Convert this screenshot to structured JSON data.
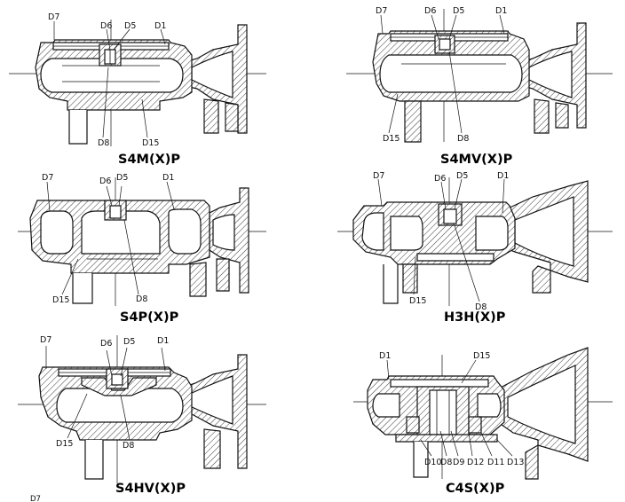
{
  "panels": {
    "s4m": {
      "title": "S4M(X)P",
      "d7": "D7",
      "d6": "D6",
      "d5": "D5",
      "d1": "D1",
      "d8": "D8",
      "d15": "D15"
    },
    "s4mv": {
      "title": "S4MV(X)P",
      "d7": "D7",
      "d6": "D6",
      "d5": "D5",
      "d1": "D1",
      "d8": "D8",
      "d15": "D15"
    },
    "s4p": {
      "title": "S4P(X)P",
      "d7": "D7",
      "d6": "D6",
      "d5": "D5",
      "d1": "D1",
      "d8": "D8",
      "d15": "D15"
    },
    "h3h": {
      "title": "H3H(X)P",
      "d7": "D7",
      "d6": "D6",
      "d5": "D5",
      "d1": "D1",
      "d8": "D8",
      "d15": "D15"
    },
    "s4hv": {
      "title": "S4HV(X)P",
      "d7": "D7",
      "d6": "D6",
      "d5": "D5",
      "d1": "D1",
      "d8": "D8",
      "d15": "D15"
    },
    "c4s": {
      "title": "C4S(X)P",
      "d1": "D1",
      "d15": "D15",
      "bottom_labels": [
        "D10",
        "D8",
        "D9",
        "D12",
        "D11",
        "D13"
      ]
    }
  },
  "footer_label": "D7"
}
